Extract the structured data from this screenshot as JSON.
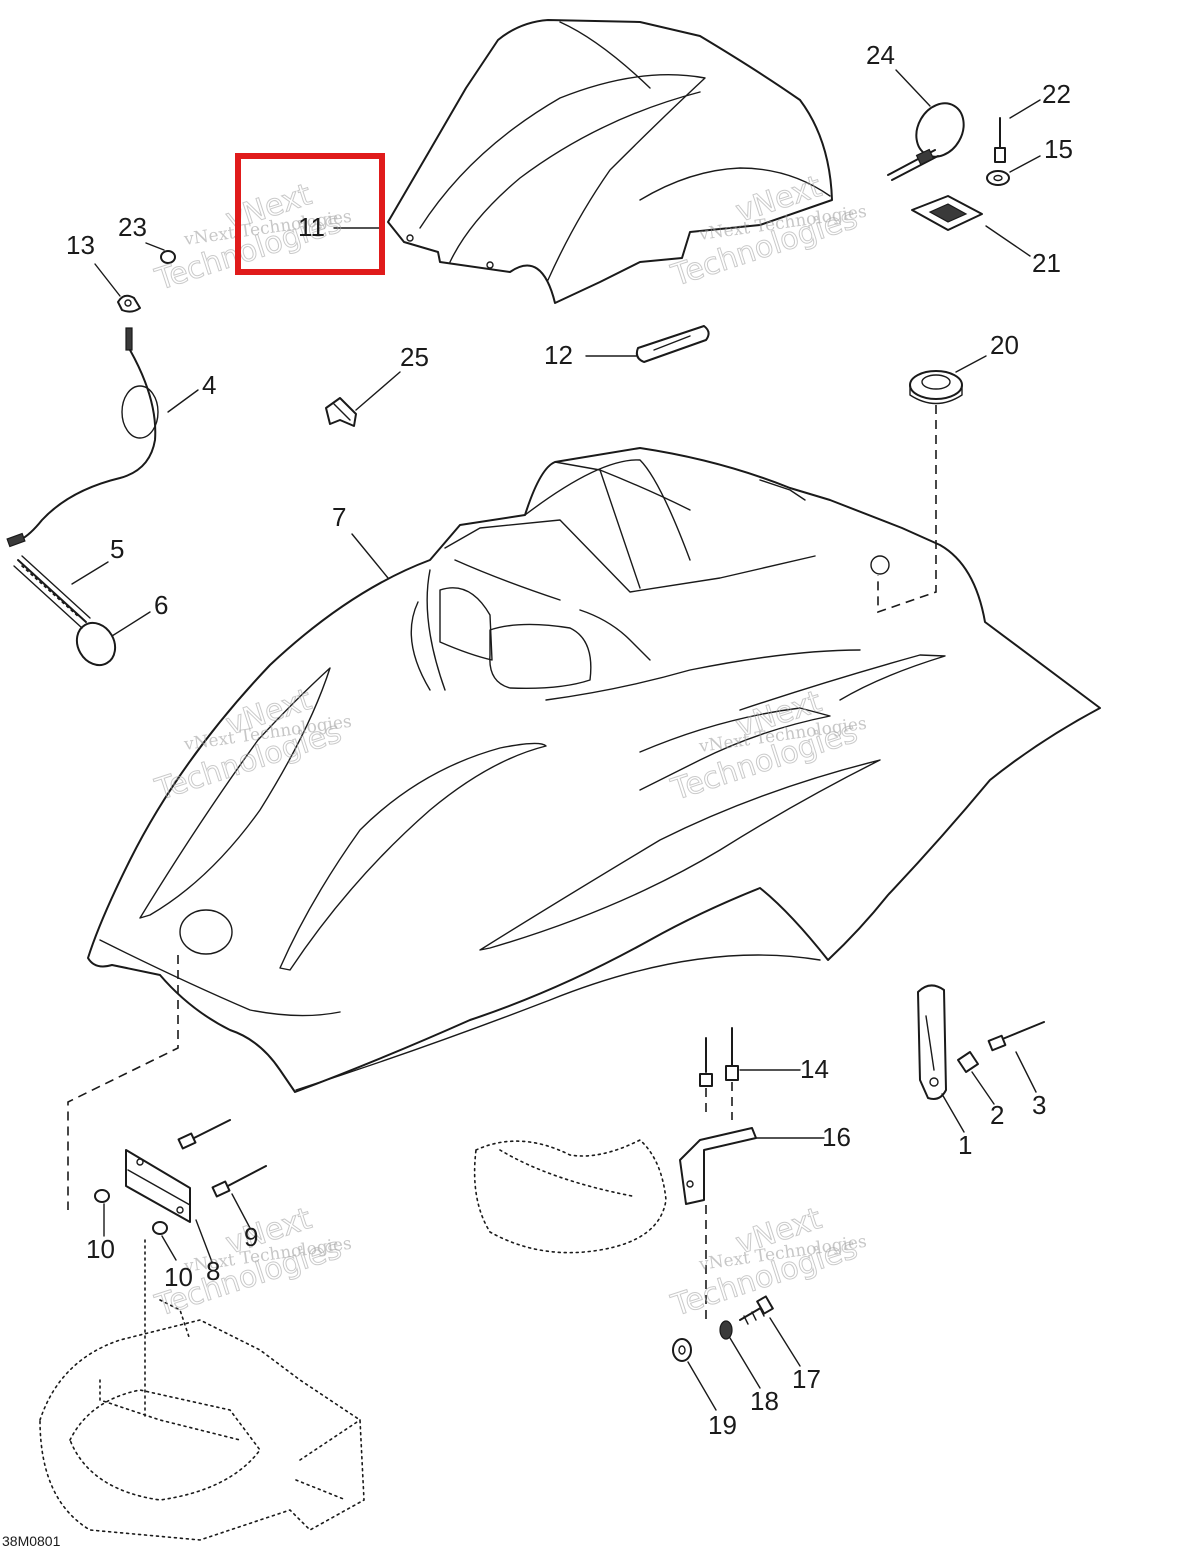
{
  "diagram_code": "38M0801",
  "watermark": {
    "line1": "vNext Technologies",
    "line2": "Technologies",
    "line3": "vNext"
  },
  "highlighted_callout": "11",
  "callouts": {
    "c1": "1",
    "c2": "2",
    "c3": "3",
    "c4": "4",
    "c5": "5",
    "c6": "6",
    "c7": "7",
    "c8": "8",
    "c9": "9",
    "c10a": "10",
    "c10b": "10",
    "c11": "11",
    "c12": "12",
    "c13": "13",
    "c14": "14",
    "c15": "15",
    "c16": "16",
    "c17": "17",
    "c18": "18",
    "c19": "19",
    "c20": "20",
    "c21": "21",
    "c22": "22",
    "c23": "23",
    "c24": "24",
    "c25": "25"
  },
  "colors": {
    "highlight": "#e01b1b",
    "line": "#1a1a1a",
    "watermark": "#a8a8a8"
  }
}
